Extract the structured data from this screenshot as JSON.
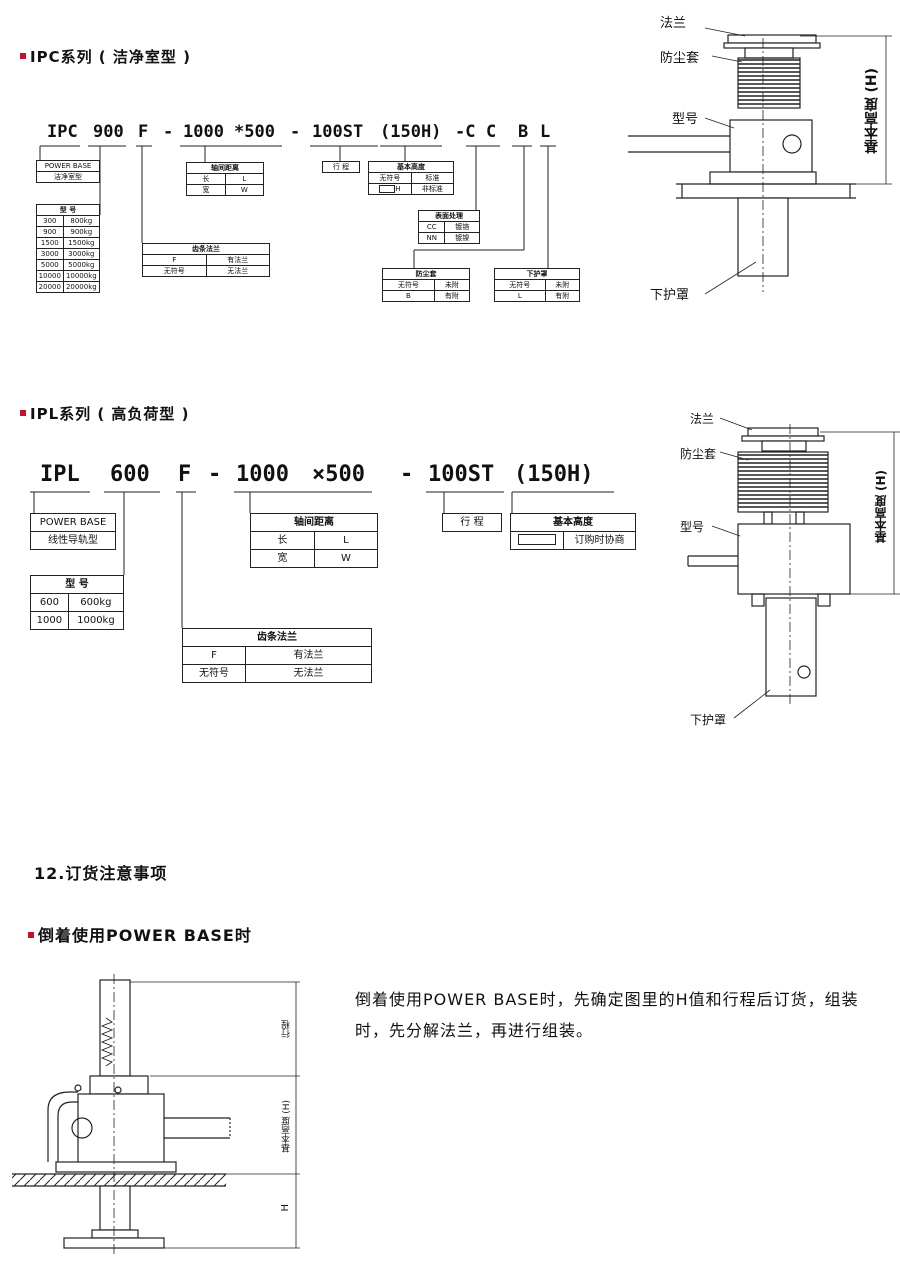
{
  "ipc": {
    "title": "IPC系列 ( 洁净室型 )",
    "code": [
      "IPC",
      "900",
      "F",
      "-",
      "1000",
      "*500",
      "-",
      "100ST",
      "(150H)",
      "-C",
      "C",
      "B",
      "L"
    ],
    "base": [
      "POWER BASE",
      "洁净室型"
    ],
    "model_header": "型 号",
    "models": [
      [
        "300",
        "800kg"
      ],
      [
        "900",
        "900kg"
      ],
      [
        "1500",
        "1500kg"
      ],
      [
        "3000",
        "3000kg"
      ],
      [
        "5000",
        "5000kg"
      ],
      [
        "10000",
        "10000kg"
      ],
      [
        "20000",
        "20000kg"
      ]
    ],
    "axis": {
      "header": "轴间距离",
      "rows": [
        [
          "长",
          "L"
        ],
        [
          "宽",
          "W"
        ]
      ]
    },
    "stroke": "行 程",
    "height": {
      "header": "基本高度",
      "rows": [
        [
          "无符号",
          "标准"
        ],
        [
          "H",
          "非标准"
        ]
      ]
    },
    "surface": {
      "header": "表面处理",
      "rows": [
        [
          "CC",
          "镀铬"
        ],
        [
          "NN",
          "镀镍"
        ]
      ]
    },
    "flange": {
      "header": "齿条法兰",
      "rows": [
        [
          "F",
          "有法兰"
        ],
        [
          "无符号",
          "无法兰"
        ]
      ]
    },
    "dust": {
      "header": "防尘套",
      "rows": [
        [
          "无符号",
          "未附"
        ],
        [
          "B",
          "有附"
        ]
      ]
    },
    "lower": {
      "header": "下护罩",
      "rows": [
        [
          "无符号",
          "未附"
        ],
        [
          "L",
          "有附"
        ]
      ]
    },
    "figure": {
      "flange": "法兰",
      "dust": "防尘套",
      "model": "型号",
      "lower": "下护罩",
      "height": "基本高度 (H)"
    }
  },
  "ipl": {
    "title": "IPL系列 ( 高负荷型 )",
    "code": [
      "IPL",
      "600",
      "F",
      "-",
      "1000",
      "×500",
      "-",
      "100ST",
      "(150H)"
    ],
    "base": [
      "POWER BASE",
      "线性导轨型"
    ],
    "model_header": "型 号",
    "models": [
      [
        "600",
        "600kg"
      ],
      [
        "1000",
        "1000kg"
      ]
    ],
    "axis": {
      "header": "轴间距离",
      "rows": [
        [
          "长",
          "L"
        ],
        [
          "宽",
          "W"
        ]
      ]
    },
    "stroke": "行 程",
    "height": {
      "header": "基本高度",
      "rows": [
        [
          "",
          "订购时协商"
        ]
      ]
    },
    "flange": {
      "header": "齿条法兰",
      "rows": [
        [
          "F",
          "有法兰"
        ],
        [
          "无符号",
          "无法兰"
        ]
      ]
    },
    "figure": {
      "flange": "法兰",
      "dust": "防尘套",
      "model": "型号",
      "lower": "下护罩",
      "height": "基本高度 (H)"
    }
  },
  "order": {
    "heading": "12.订货注意事项",
    "sub": "倒着使用POWER BASE时",
    "text": "倒着使用POWER BASE时，先确定图里的H值和行程后订货，组装时，先分解法兰，再进行组装。",
    "fig": {
      "stroke": "行程",
      "height": "基本高度 (H)",
      "h": "H"
    }
  },
  "colors": {
    "accent": "#c8102e"
  }
}
